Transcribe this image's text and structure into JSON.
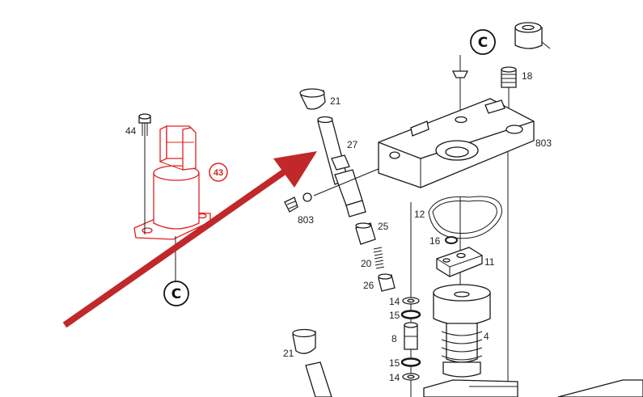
{
  "diagram": {
    "callouts": {
      "c44": "44",
      "c43": "43",
      "c21a": "21",
      "c27": "27",
      "c803a": "803",
      "c18": "18",
      "c803b": "803",
      "c12": "12",
      "c16": "16",
      "c11": "11",
      "c25": "25",
      "c20": "20",
      "c26": "26",
      "c14a": "14",
      "c15a": "15",
      "c8": "8",
      "c4": "4",
      "c15b": "15",
      "c14b": "14",
      "c21b": "21"
    },
    "refs": {
      "ref_top": "C",
      "ref_left": "C"
    },
    "arrow_color": "#c0282a",
    "highlight_color": "#e02020"
  }
}
